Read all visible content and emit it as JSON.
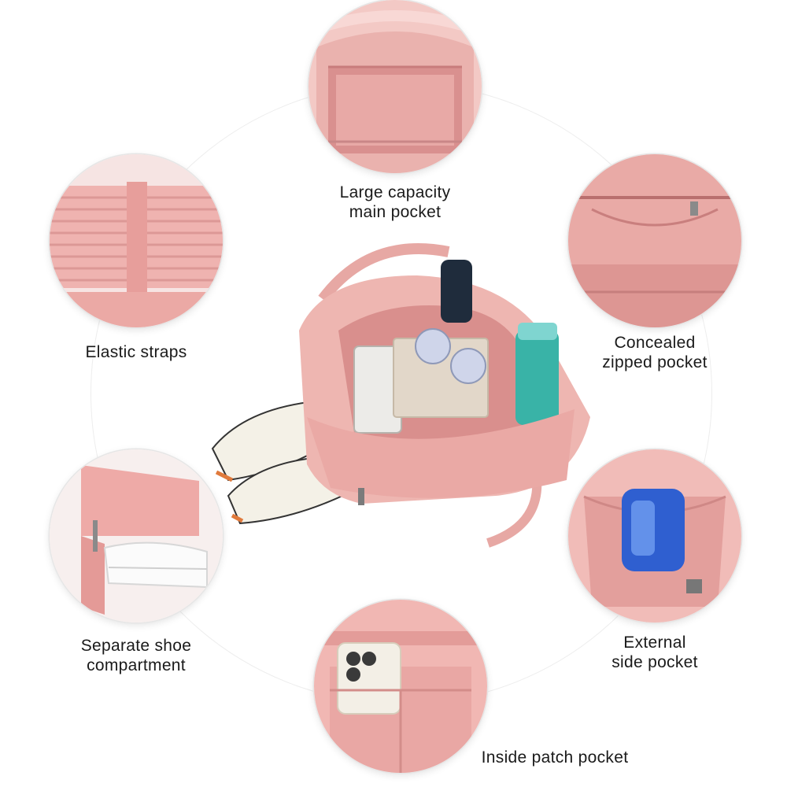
{
  "features": [
    {
      "id": "main_pocket",
      "title_l1": "Large capacity",
      "title_l2": "main pocket"
    },
    {
      "id": "elastic",
      "title_l1": "Elastic straps",
      "title_l2": ""
    },
    {
      "id": "zipped",
      "title_l1": "Concealed",
      "title_l2": "zipped pocket"
    },
    {
      "id": "shoe",
      "title_l1": "Separate shoe",
      "title_l2": "compartment"
    },
    {
      "id": "side",
      "title_l1": "External",
      "title_l2": "side pocket"
    },
    {
      "id": "patch",
      "title_l1": "Inside patch pocket",
      "title_l2": ""
    }
  ],
  "colors": {
    "bag_pink": "#eeb6b1",
    "bag_dark": "#d98f8d",
    "ring": "#ededed"
  }
}
